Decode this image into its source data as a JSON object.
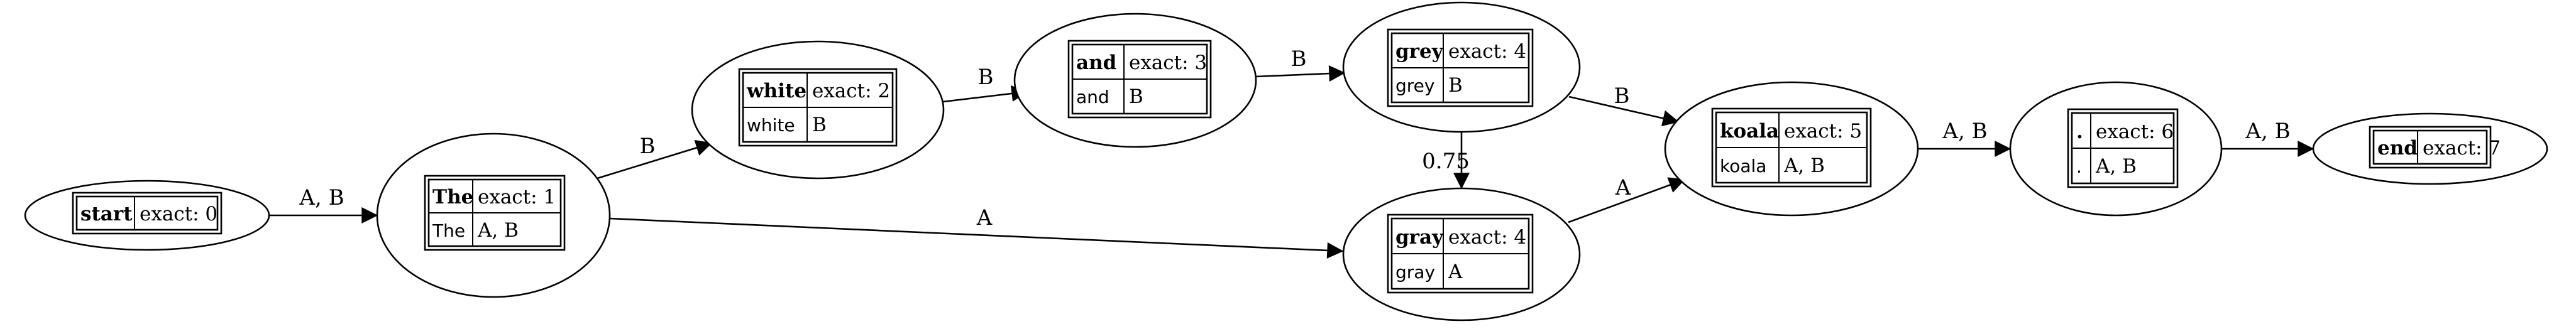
{
  "nodes": [
    {
      "id": "start",
      "word": "start",
      "exact": "exact: 0",
      "glyph": "",
      "tags": ""
    },
    {
      "id": "the",
      "word": "The",
      "exact": "exact: 1",
      "glyph": "The",
      "tags": "A, B"
    },
    {
      "id": "white",
      "word": "white",
      "exact": "exact: 2",
      "glyph": "white",
      "tags": "B"
    },
    {
      "id": "and",
      "word": "and",
      "exact": "exact: 3",
      "glyph": "and",
      "tags": "B"
    },
    {
      "id": "grey",
      "word": "grey",
      "exact": "exact: 4",
      "glyph": "grey",
      "tags": "B"
    },
    {
      "id": "gray",
      "word": "gray",
      "exact": "exact: 4",
      "glyph": "gray",
      "tags": "A"
    },
    {
      "id": "koala",
      "word": "koala",
      "exact": "exact: 5",
      "glyph": "koala",
      "tags": "A, B"
    },
    {
      "id": "period",
      "word": ".",
      "exact": "exact: 6",
      "glyph": ".",
      "tags": "A, B"
    },
    {
      "id": "end",
      "word": "end",
      "exact": "exact: 7",
      "glyph": "",
      "tags": ""
    }
  ],
  "edges": [
    {
      "from": "start",
      "to": "the",
      "label": "A, B"
    },
    {
      "from": "the",
      "to": "white",
      "label": "B"
    },
    {
      "from": "the",
      "to": "gray",
      "label": "A"
    },
    {
      "from": "white",
      "to": "and",
      "label": "B"
    },
    {
      "from": "and",
      "to": "grey",
      "label": "B"
    },
    {
      "from": "grey",
      "to": "gray",
      "label": "0.75"
    },
    {
      "from": "grey",
      "to": "koala",
      "label": "B"
    },
    {
      "from": "gray",
      "to": "koala",
      "label": "A"
    },
    {
      "from": "koala",
      "to": "period",
      "label": "A, B"
    },
    {
      "from": "period",
      "to": "end",
      "label": "A, B"
    }
  ]
}
